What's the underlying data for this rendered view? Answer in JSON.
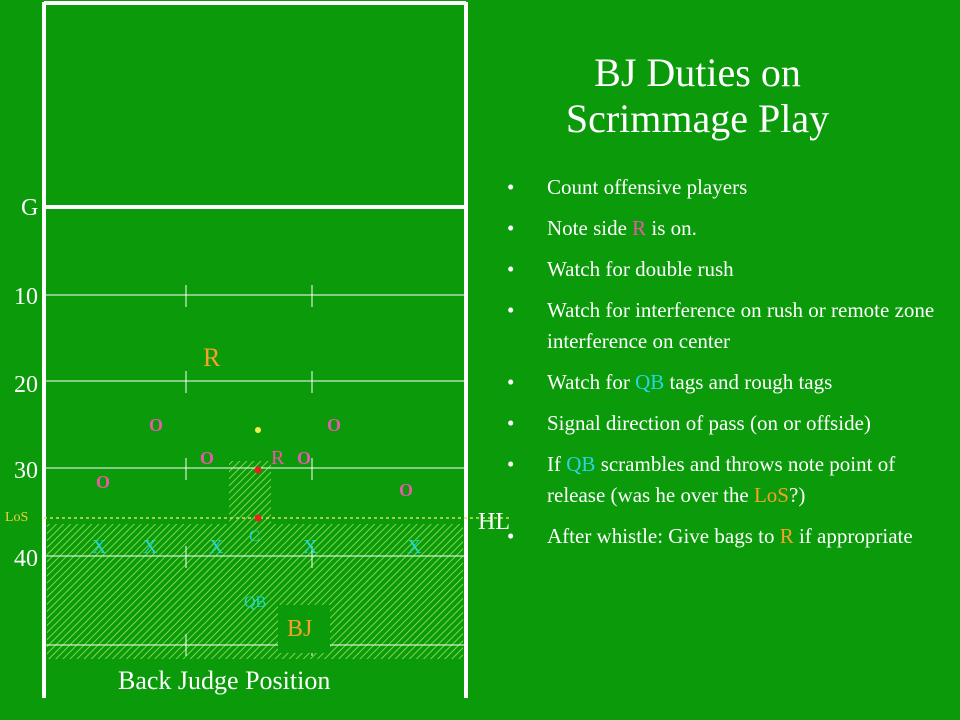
{
  "colors": {
    "background": "#0a9a0a",
    "lines": "#ffffff",
    "referee_label": "#f7a028",
    "offense": "#e85aa8",
    "defense": "#26d4d4",
    "ball": "#f0f04a",
    "official_dot": "#e82020",
    "los_label": "#f0d040",
    "highlight_cyan": "#2ad4e0",
    "highlight_orange": "#f7a028",
    "highlight_pink": "#e85aa8"
  },
  "title": {
    "line1": "BJ Duties on",
    "line2": "Scrimmage Play"
  },
  "field": {
    "yard_labels": {
      "g": "G",
      "y10": "10",
      "y20": "20",
      "y30": "30",
      "y40": "40"
    },
    "los_label": "LoS",
    "hl_label": "HL",
    "referee_label": "R",
    "offense_mark": "O",
    "defense_mark": "X",
    "center_label": "C",
    "qb_label": "QB",
    "rusher_label": "R",
    "bj_label": "BJ",
    "caption": "Back Judge Position"
  },
  "bullets": {
    "b1": "Count offensive players",
    "b2": {
      "pre": "Note side ",
      "hl": "R",
      "post": " is on."
    },
    "b3": "Watch for double rush",
    "b4": "Watch for interference on rush or remote zone interference on center",
    "b5": {
      "pre": "Watch for ",
      "hl": "QB",
      "post": " tags and rough tags"
    },
    "b6": "Signal direction of pass (on or offside)",
    "b7": {
      "pre": "If ",
      "hl1": "QB",
      "mid": " scrambles and throws note point of release (was he over the ",
      "hl2": "LoS",
      "post": "?)"
    },
    "b8": {
      "pre": "After whistle:  Give bags to ",
      "hl": "R",
      "post": " if appropriate"
    }
  }
}
